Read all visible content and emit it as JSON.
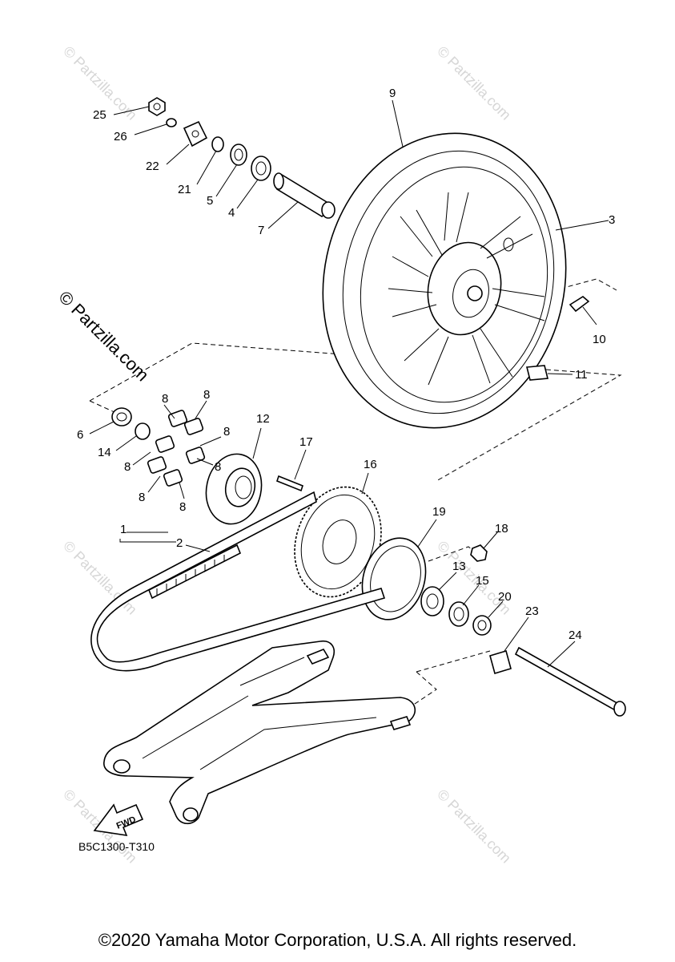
{
  "diagram_code": "B5C1300-T310",
  "copyright": "©2020 Yamaha Motor Corporation, U.S.A. All rights reserved.",
  "fwd_label": "FWD",
  "watermark_text": "© Partzilla.com",
  "callouts": {
    "c1": "1",
    "c2": "2",
    "c3": "3",
    "c4": "4",
    "c5": "5",
    "c6": "6",
    "c7": "7",
    "c8a": "8",
    "c8b": "8",
    "c8c": "8",
    "c8d": "8",
    "c8e": "8",
    "c8f": "8",
    "c9": "9",
    "c10": "10",
    "c11": "11",
    "c12": "12",
    "c13": "13",
    "c14": "14",
    "c15": "15",
    "c16": "16",
    "c17": "17",
    "c18": "18",
    "c19": "19",
    "c20": "20",
    "c21": "21",
    "c22": "22",
    "c23": "23",
    "c24": "24",
    "c25": "25",
    "c26": "26"
  }
}
